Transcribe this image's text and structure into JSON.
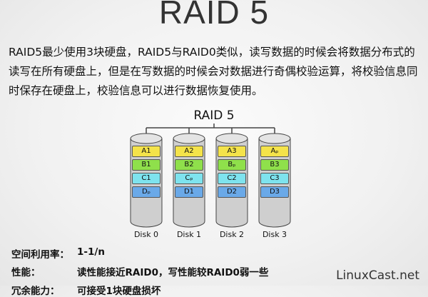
{
  "slide": {
    "title": "RAID 5",
    "description": "RAID5最少使用3块硬盘，RAID5与RAID0类似，读写数据的时候会将数据分布式的读写在所有硬盘上，但是在写数据的时候会对数据进行奇偶校验运算，将校验信息同时保存在硬盘上，校验信息可以进行数据恢复使用。"
  },
  "diagram": {
    "label": "RAID 5",
    "colors": {
      "row_yellow": "#f4e34a",
      "row_green": "#8fe04b",
      "row_cyan": "#7ee3ee",
      "row_blue": "#6aa9e8",
      "disk_body": "#cfcfcf"
    },
    "disks": [
      {
        "name": "Disk 0",
        "blocks": [
          "A1",
          "B1",
          "C1",
          "Dₚ"
        ]
      },
      {
        "name": "Disk 1",
        "blocks": [
          "A2",
          "B2",
          "Cₚ",
          "D1"
        ]
      },
      {
        "name": "Disk 2",
        "blocks": [
          "A3",
          "Bₚ",
          "C2",
          "D2"
        ]
      },
      {
        "name": "Disk 3",
        "blocks": [
          "Aₚ",
          "B3",
          "C3",
          "D3"
        ]
      }
    ]
  },
  "specs": [
    {
      "label": "空间利用率：",
      "value": "1-1/n"
    },
    {
      "label": "性能：",
      "value": "读性能接近RAID0，写性能较RAID0弱一些"
    },
    {
      "label": "冗余能力：",
      "value": "可接受1块硬盘损坏"
    }
  ],
  "watermark": "LinuxCast.net"
}
